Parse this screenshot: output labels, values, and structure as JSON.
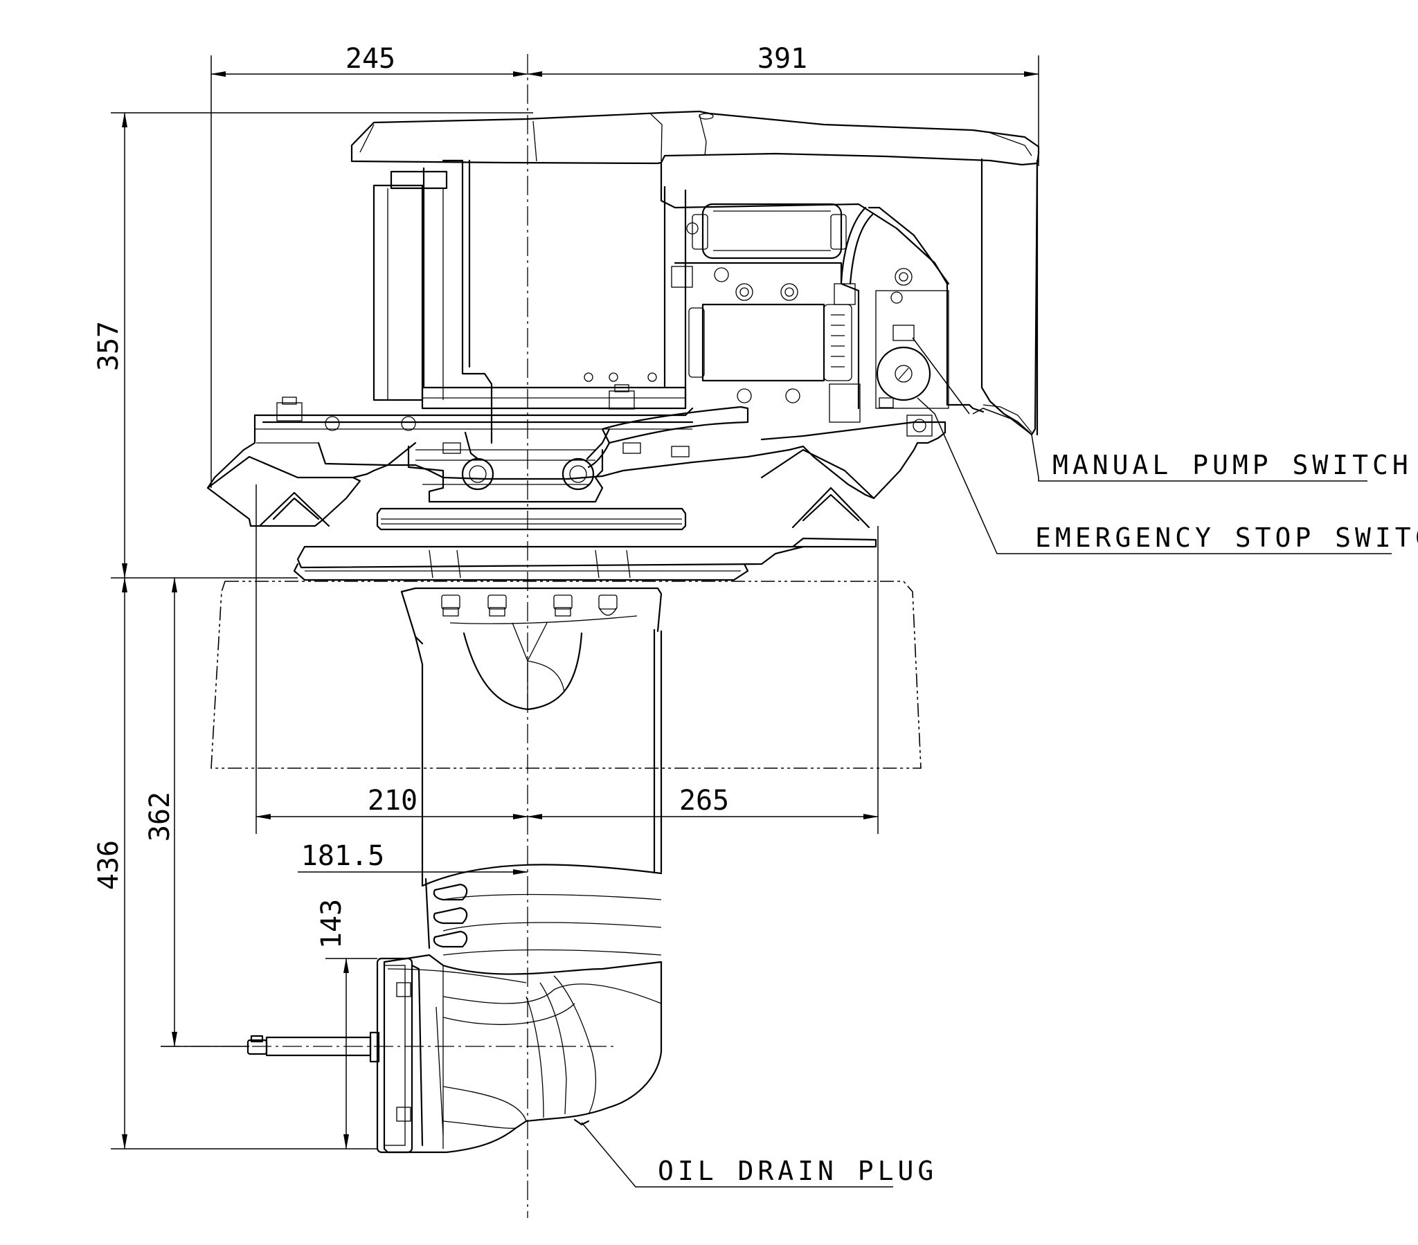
{
  "dimensions": {
    "top_left": "245",
    "top_right": "391",
    "upper_height": "357",
    "lower_height": "436",
    "leg_height": "362",
    "base_left": "210",
    "base_right": "265",
    "leg_width": "181.5",
    "shaft_height": "143"
  },
  "callouts": {
    "manual_pump_switch": "MANUAL PUMP SWITCH",
    "emergency_stop_switch": "EMERGENCY STOP SWITCH",
    "oil_drain_plug": "OIL DRAIN PLUG"
  }
}
